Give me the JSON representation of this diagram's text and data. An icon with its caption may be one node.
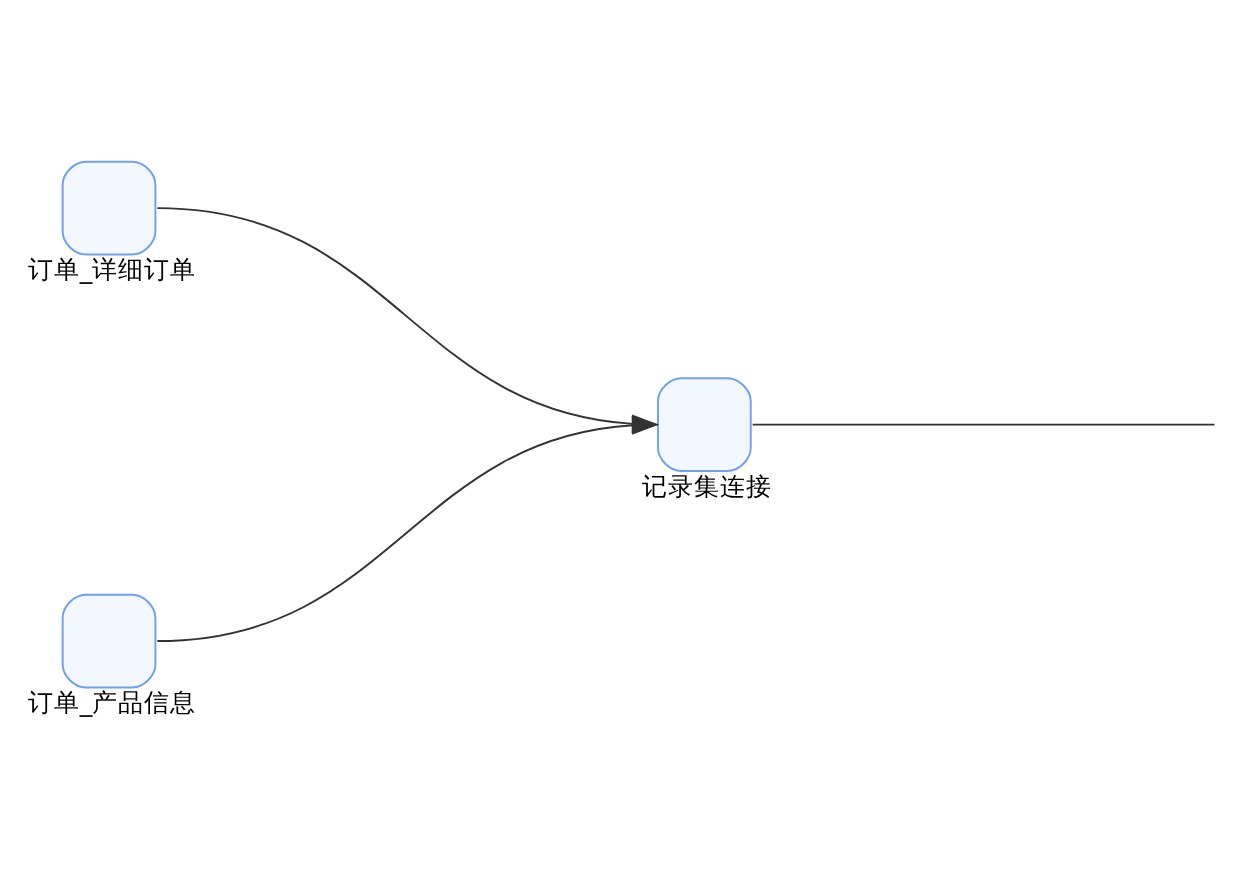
{
  "diagram": {
    "nodes": [
      {
        "text": [],
        "shape": "box",
        "beside": [
          "订单_详细订单"
        ]
      },
      {
        "text": [],
        "shape": "box",
        "beside": [
          "订单_产品信息"
        ]
      },
      {
        "text": [],
        "shape": "box",
        "beside": [
          "记录集连接"
        ]
      }
    ],
    "edges": [
      {
        "from": 0,
        "to": 2,
        "arrow": "to"
      },
      {
        "from": 1,
        "to": 2,
        "arrow": "to"
      },
      {
        "from": 2,
        "to": null,
        "arrow": "none"
      }
    ]
  }
}
